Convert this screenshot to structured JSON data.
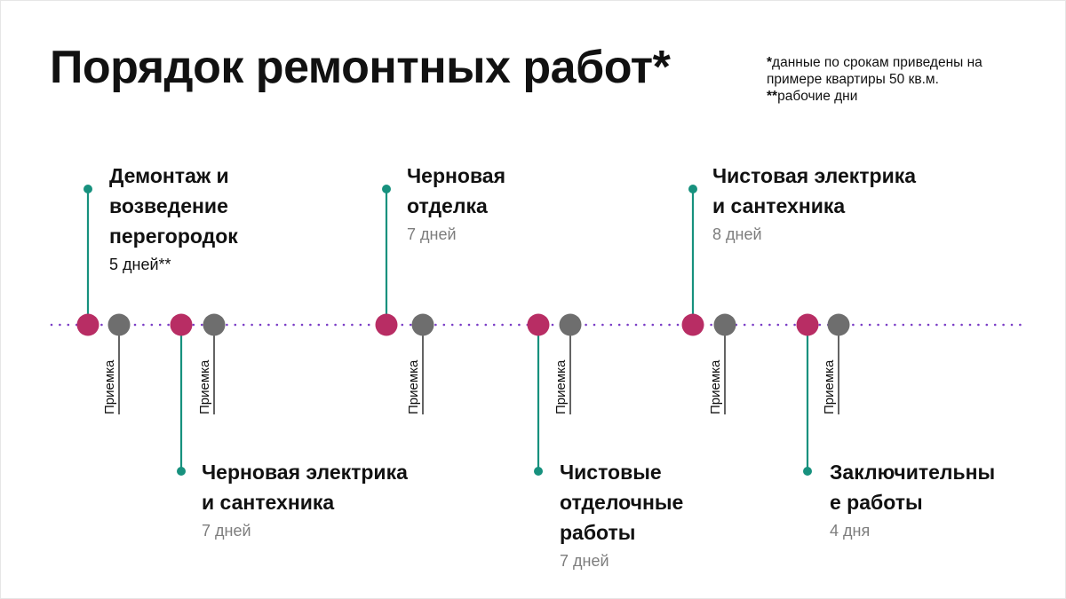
{
  "title": "Порядок ремонтных работ*",
  "notes": {
    "line1_mark": "*",
    "line1_text": "данные по срокам приведены на",
    "line2_text": "примере квартиры 50 кв.м.",
    "line3_mark": "**",
    "line3_text": "рабочие дни"
  },
  "acceptance_label": "Приемка",
  "colors": {
    "stage_dot": "#b82d64",
    "acceptance_dot": "#6e6e6e",
    "connector": "#17917e",
    "timeline_dots": "#7a3cc6",
    "text": "#111111",
    "duration_gray": "#7d7d7d"
  },
  "stages": [
    {
      "title_lines": [
        "Демонтаж и",
        "возведение",
        "перегородок"
      ],
      "duration": "5 дней**",
      "position": "above"
    },
    {
      "title_lines": [
        "Черновая электрика",
        "и сантехника"
      ],
      "duration": "7 дней",
      "position": "below"
    },
    {
      "title_lines": [
        "Черновая",
        "отделка"
      ],
      "duration": "7 дней",
      "position": "above"
    },
    {
      "title_lines": [
        "Чистовые",
        "отделочные",
        "работы"
      ],
      "duration": "7 дней",
      "position": "below"
    },
    {
      "title_lines": [
        "Чистовая электрика",
        "и сантехника"
      ],
      "duration": "8 дней",
      "position": "above"
    },
    {
      "title_lines": [
        "Заключительны",
        "е работы"
      ],
      "duration": "4 дня",
      "position": "below"
    }
  ]
}
